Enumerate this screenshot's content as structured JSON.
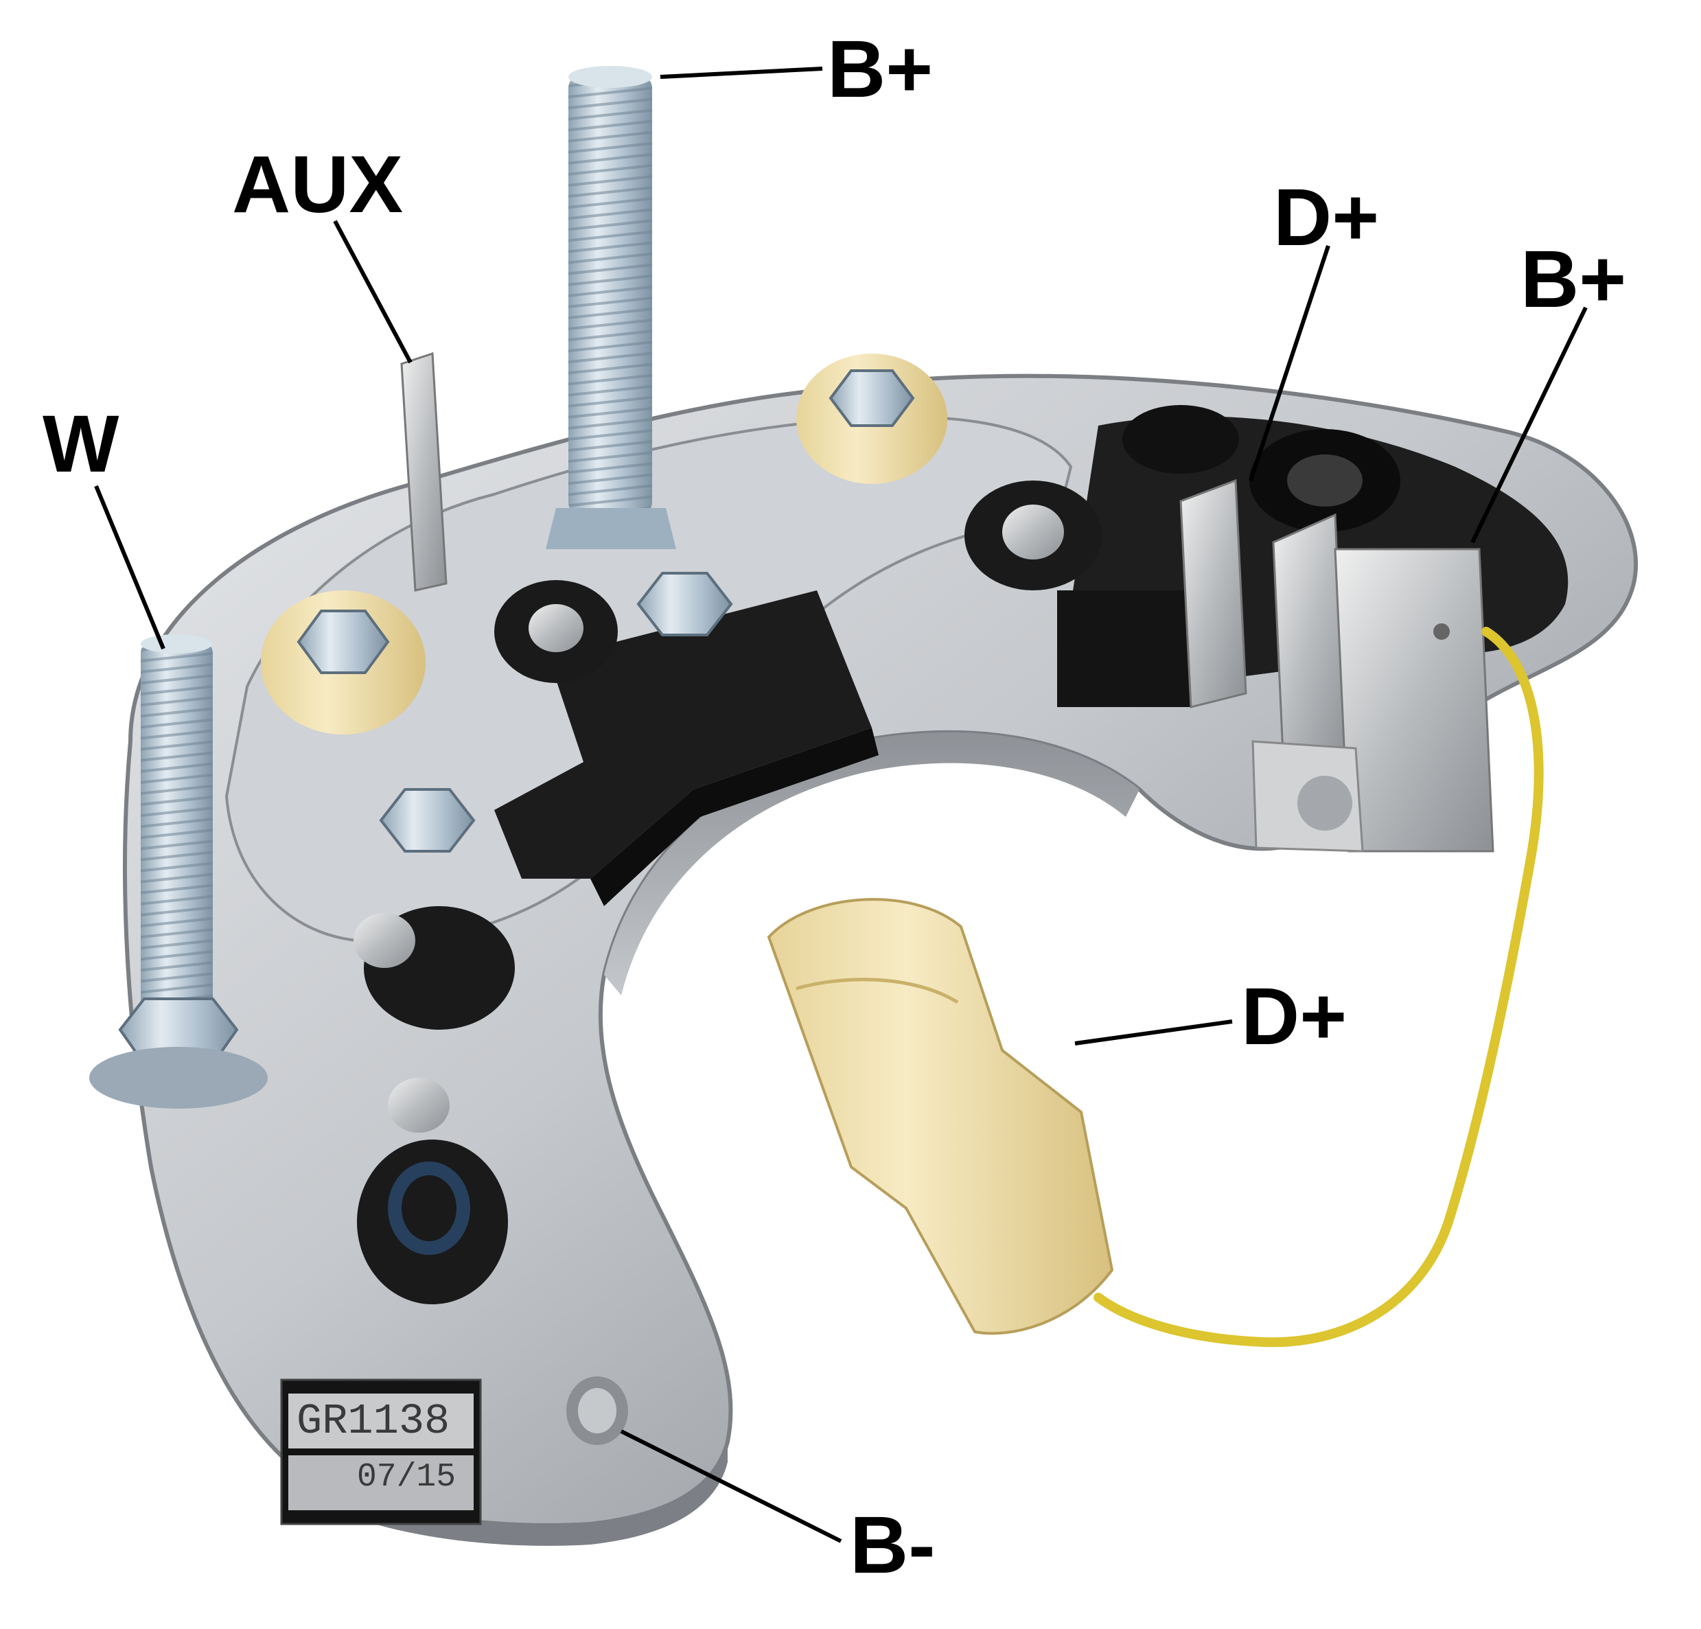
{
  "labels": {
    "b_plus_stud": "B+",
    "aux": "AUX",
    "w": "W",
    "d_plus_terminal": "D+",
    "b_plus_terminal": "B+",
    "d_plus_connector": "D+",
    "b_minus": "B-"
  },
  "stamp": {
    "part_number": "GR1138",
    "date_code": "07/15"
  },
  "colors": {
    "background": "#ffffff",
    "label_text": "#000000",
    "leader_line": "#000000",
    "aluminum_plate": "#c9ccd0",
    "black_insulator": "#1c1c1c",
    "zinc_hardware": "#b7c7d4",
    "connector_body": "#f1e2ae",
    "wire": "#dcc52e"
  }
}
